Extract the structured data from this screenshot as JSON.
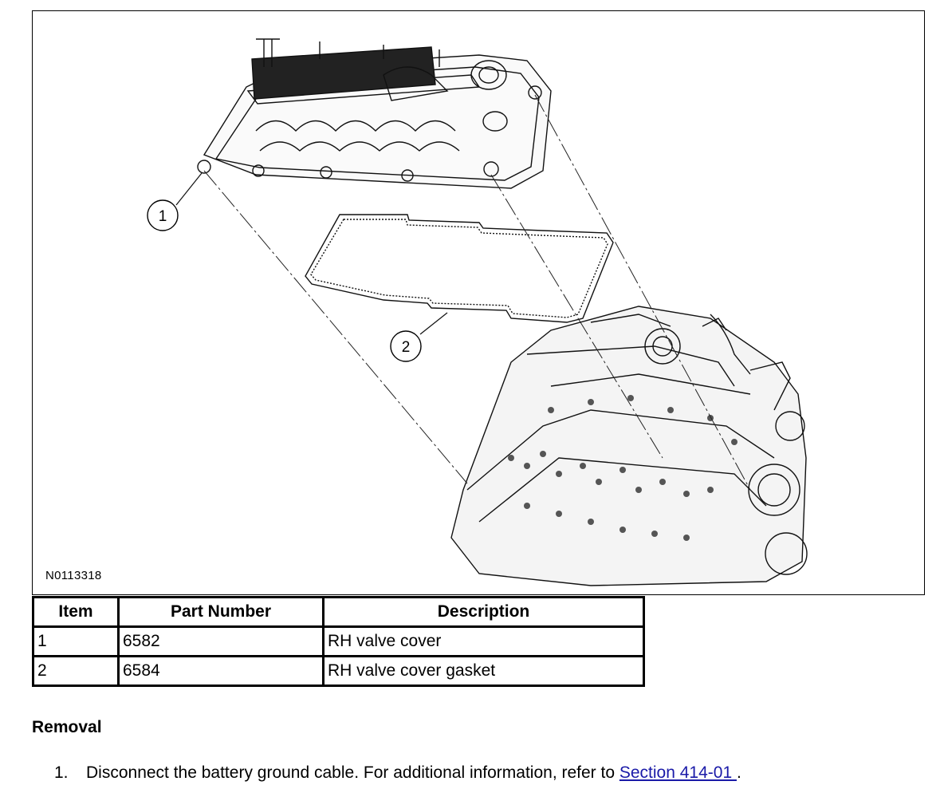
{
  "figure": {
    "id": "N0113318",
    "callouts": [
      "1",
      "2"
    ]
  },
  "table": {
    "headers": [
      "Item",
      "Part Number",
      "Description"
    ],
    "rows": [
      [
        "1",
        "6582",
        "RH valve cover"
      ],
      [
        "2",
        "6584",
        "RH valve cover gasket"
      ]
    ]
  },
  "section_heading": "Removal",
  "steps": [
    {
      "number": "1.",
      "text": "Disconnect the battery ground cable. For additional information, refer to ",
      "link": "Section 414-01 ",
      "suffix": "."
    }
  ]
}
